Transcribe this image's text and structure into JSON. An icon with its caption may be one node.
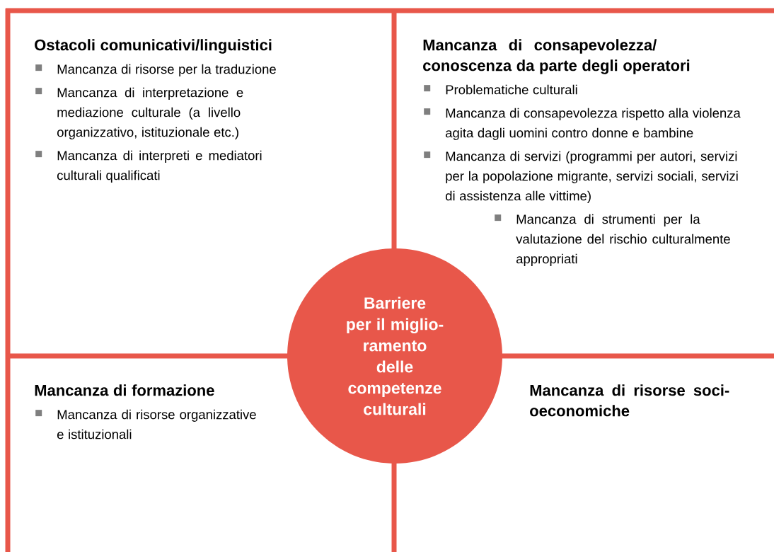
{
  "diagram": {
    "nodes": [
      {
        "text": [
          "Ostacoli comunicativi/linguistici",
          "Mancanza di risorse per la traduzione",
          "Mancanza di interpretazione e mediazione culturale (a livello organizzativo, istituzionale etc.)",
          "Mancanza di interpreti e mediatori culturali qualificati"
        ]
      },
      {
        "text": [
          "Mancanza di consapevolezza/ conoscenza da parte degli operatori",
          "Problematiche culturali",
          "Mancanza di consapevolezza rispetto alla violenza agita dagli uomini contro donne e bambine",
          "Mancanza di servizi (programmi per autori, servizi per la popolazione migrante, servizi sociali, servizi di assistenza alle vittime)",
          "Mancanza di strumenti per la valutazione del rischio culturalmente appropriati"
        ]
      },
      {
        "text": [
          "Mancanza di formazione",
          "Mancanza di risorse organizzative e istituzionali"
        ]
      },
      {
        "text": [
          "Mancanza di risorse soci- oeconomiche"
        ]
      },
      {
        "text": [
          "Barriere per il miglio- ramento delle competenze culturali"
        ]
      }
    ]
  }
}
